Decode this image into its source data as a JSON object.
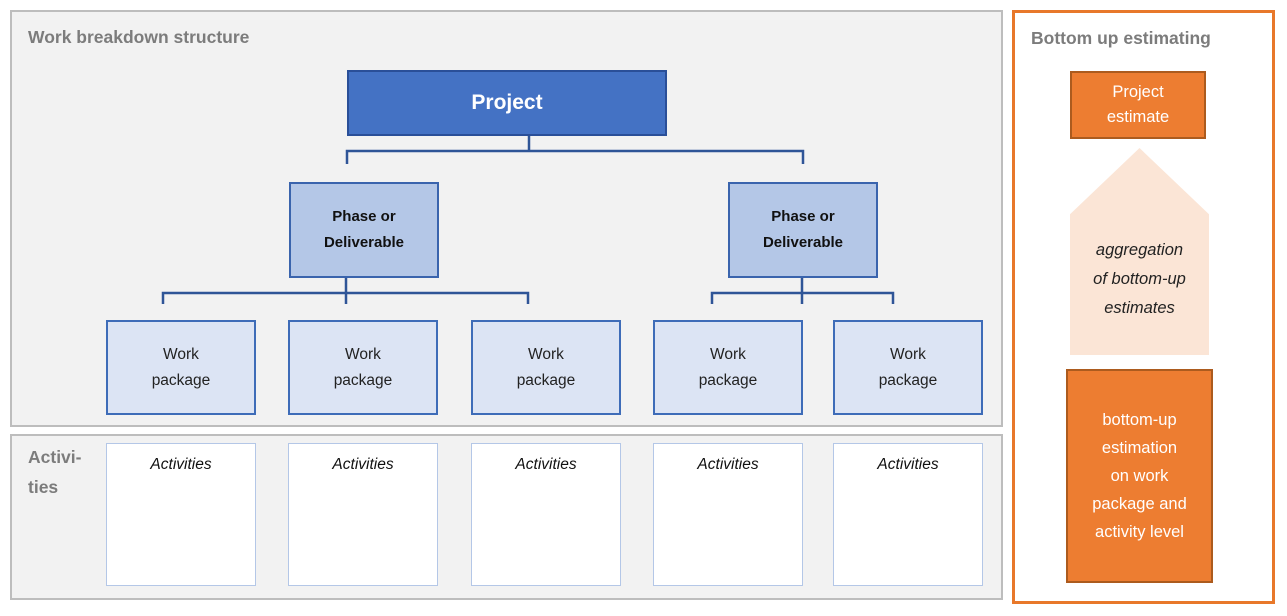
{
  "wbs": {
    "title": "Work breakdown structure",
    "project": "Project",
    "phases": [
      {
        "label": "Phase or\nDeliverable"
      },
      {
        "label": "Phase or\nDeliverable"
      }
    ],
    "work_packages": [
      {
        "label": "Work\npackage"
      },
      {
        "label": "Work\npackage"
      },
      {
        "label": "Work\npackage"
      },
      {
        "label": "Work\npackage"
      },
      {
        "label": "Work\npackage"
      }
    ]
  },
  "activities_panel": {
    "label": "Activi-\nties",
    "boxes": [
      {
        "label": "Activities"
      },
      {
        "label": "Activities"
      },
      {
        "label": "Activities"
      },
      {
        "label": "Activities"
      },
      {
        "label": "Activities"
      }
    ]
  },
  "estimating": {
    "title": "Bottom up estimating",
    "project_estimate": "Project\nestimate",
    "arrow_text": "aggregation\nof bottom-up\nestimates",
    "bottom_box": "bottom-up\nestimation\non work\npackage and\nactivity level"
  },
  "colors": {
    "panel_background": "#f2f2f2",
    "panel_border": "#bdbdbd",
    "title_gray": "#7c7c7c",
    "project_fill": "#4472c4",
    "project_border": "#2a4f98",
    "phase_fill": "#b4c7e7",
    "phase_border": "#3a64ad",
    "work_package_fill": "#dce4f4",
    "work_package_border": "#3e6cb8",
    "connector": "#2f5597",
    "activity_box_border": "#b4c7e7",
    "orange_panel_border": "#e8782a",
    "orange_fill": "#ed7d31",
    "orange_border": "#ac5b1e",
    "arrow_fill": "#fbe5d6"
  }
}
